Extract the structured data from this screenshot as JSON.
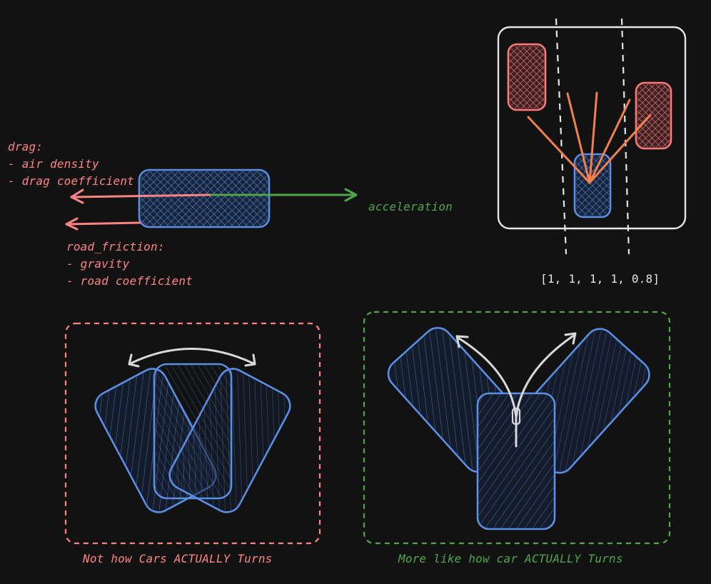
{
  "physics": {
    "drag": {
      "title": "drag:",
      "items": [
        "- air density",
        "- drag coefficient"
      ]
    },
    "acceleration_label": "acceleration",
    "road_friction": {
      "title": "road_friction:",
      "items": [
        "- gravity",
        "- road coefficient"
      ]
    }
  },
  "sensor": {
    "readings_label": "[1, 1, 1, 1, 0.8]"
  },
  "turning": {
    "wrong_caption": "Not how Cars ACTUALLY Turns",
    "right_caption": "More like how car ACTUALLY Turns"
  },
  "colors": {
    "background": "#121212",
    "car_blue": "#5b8fe3",
    "obstacle_red": "#ff7b7b",
    "ray_orange": "#f08050",
    "force_red": "#ff8383",
    "force_green": "#4fa64a",
    "frame_white": "#e6e6e6"
  }
}
